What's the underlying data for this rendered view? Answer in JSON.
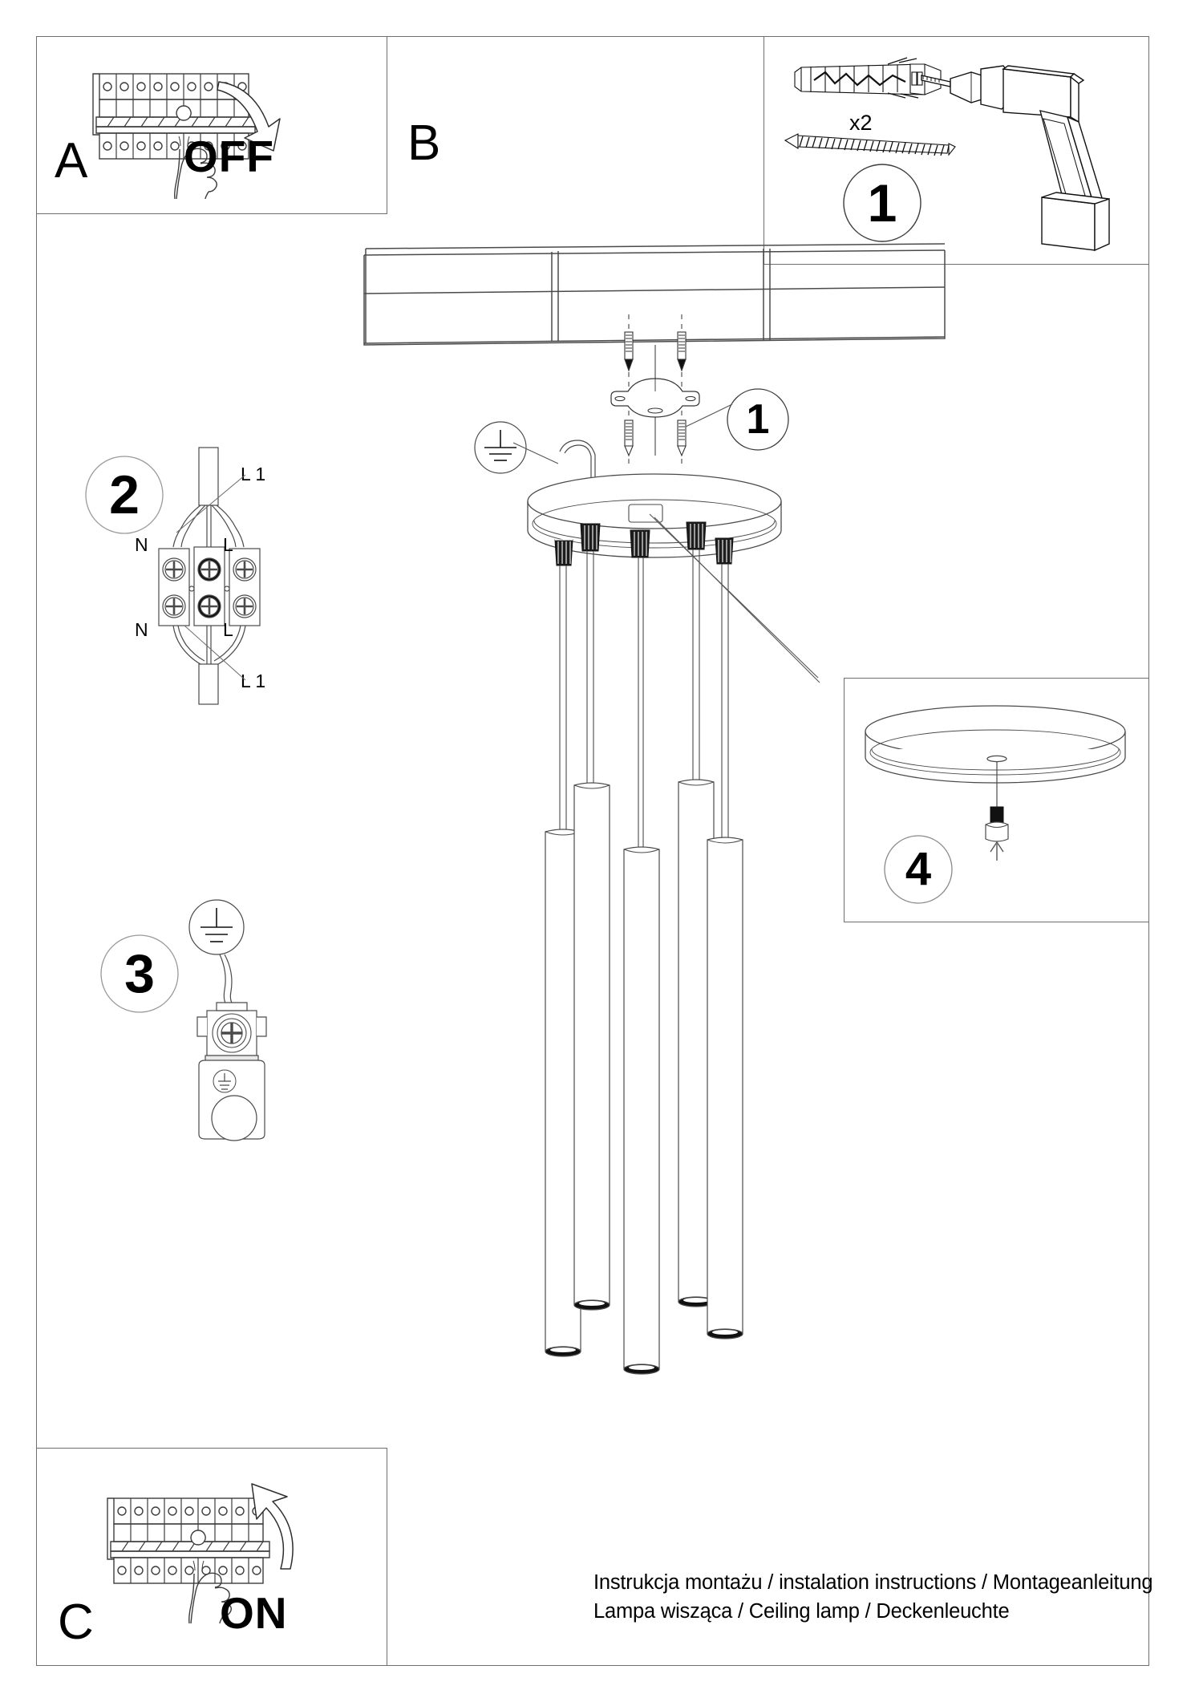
{
  "document": {
    "type": "installation-instructions",
    "product": "Ceiling lamp / pendant lamp with 5 tubes"
  },
  "steps": {
    "a": {
      "letter": "A",
      "action_word": "OFF",
      "icon": "fuse-box-switch-off-icon"
    },
    "b": {
      "letter": "B"
    },
    "c": {
      "letter": "C",
      "action_word": "ON",
      "icon": "fuse-box-switch-on-icon"
    }
  },
  "numbered": {
    "one": {
      "number": "1",
      "quantity": "x2",
      "parts": [
        "wall-plug",
        "screw",
        "power-drill"
      ]
    },
    "one_ref": {
      "number": "1"
    },
    "two": {
      "number": "2"
    },
    "three": {
      "number": "3"
    },
    "four": {
      "number": "4"
    }
  },
  "wiring": {
    "top_left": "N",
    "top_right": "L",
    "bottom_left": "N",
    "bottom_right": "L",
    "lead_top": "L 1",
    "lead_bottom": "L 1"
  },
  "footer": {
    "line1": "Instrukcja montażu / instalation instructions / Montageanleitung",
    "line2": "Lampa wisząca / Ceiling lamp / Deckenleuchte"
  },
  "colors": {
    "ink": "#000000",
    "line": "#6f6f6f",
    "thin": "#8a8a8a",
    "paper": "#ffffff"
  }
}
